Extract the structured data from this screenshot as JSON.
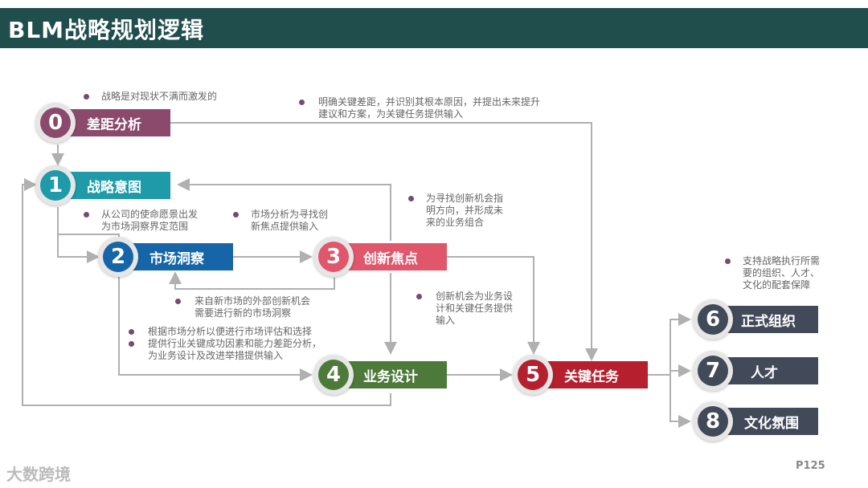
{
  "header": {
    "title": "BLM战略规划逻辑"
  },
  "colors": {
    "header_bg": "#1f4e4d",
    "node0": "#8b4a6b",
    "node1": "#1e9aa8",
    "node2": "#1565a8",
    "node3": "#e0566a",
    "node4": "#4d7a3a",
    "node5": "#b51f2e",
    "node678": "#424a5a"
  },
  "nodes": [
    {
      "num": "0",
      "label": "差距分析"
    },
    {
      "num": "1",
      "label": "战略意图"
    },
    {
      "num": "2",
      "label": "市场洞察"
    },
    {
      "num": "3",
      "label": "创新焦点"
    },
    {
      "num": "4",
      "label": "业务设计"
    },
    {
      "num": "5",
      "label": "关键任务"
    },
    {
      "num": "6",
      "label": "正式组织"
    },
    {
      "num": "7",
      "label": "人才"
    },
    {
      "num": "8",
      "label": "文化氛围"
    }
  ],
  "notes": {
    "n_strategy": [
      "战略是对现状不满而激发的"
    ],
    "n_gap": [
      "明确关键差距，并识别其根本原因，并提出未来提升",
      "建议和方案，为关键任务提供输入"
    ],
    "n_mission": [
      "从公司的使命愿景出发",
      "为市场洞察界定范围"
    ],
    "n_market": [
      "市场分析为寻找创",
      "新焦点提供输入"
    ],
    "n_innov": [
      "为寻找创新机会指",
      "明方向，并形成未",
      "来的业务组合"
    ],
    "n_external": [
      "来自新市场的外部创新机会",
      "需要进行新的市场洞察"
    ],
    "n_eval1": [
      "根据市场分析以便进行市场评估和选择"
    ],
    "n_eval2": [
      "提供行业关键成功因素和能力差距分析，",
      "为业务设计及改进举措提供输入"
    ],
    "n_opp": [
      "创新机会为业务设",
      "计和关键任务提供",
      "输入"
    ],
    "n_support": [
      "支持战略执行所需",
      "要的组织、人才、",
      "文化的配套保障"
    ]
  },
  "footer": {
    "page": "P125",
    "watermark": "大数跨境"
  }
}
